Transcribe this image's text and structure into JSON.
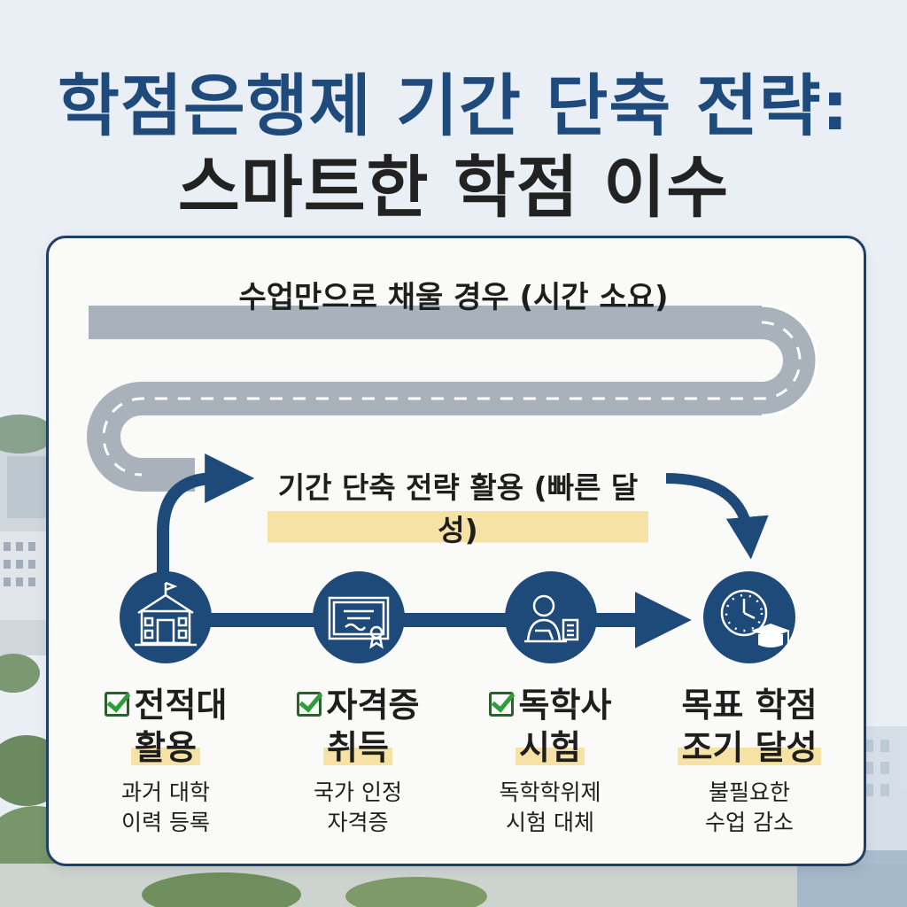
{
  "title": {
    "line1": "학점은행제 기간 단축 전략:",
    "line2": "스마트한 학점 이수"
  },
  "road": {
    "slow_label": "수업만으로 채울 경우 (시간 소요)",
    "fast_label": "기간 단축 전략 활용 (빠른 달성)"
  },
  "steps": [
    {
      "title_line1": "전적대",
      "title_line2": "활용",
      "desc_line1": "과거 대학",
      "desc_line2": "이력 등록",
      "icon": "university-building-icon",
      "checked": true
    },
    {
      "title_line1": "자격증",
      "title_line2": "취득",
      "desc_line1": "국가 인정",
      "desc_line2": "자격증",
      "icon": "certificate-icon",
      "checked": true
    },
    {
      "title_line1": "독학사",
      "title_line2": "시험",
      "desc_line1": "독학학위제",
      "desc_line2": "시험 대체",
      "icon": "student-studying-icon",
      "checked": true
    },
    {
      "title_line1": "목표 학점",
      "title_line2": "조기 달성",
      "desc_line1": "불필요한",
      "desc_line2": "수업 감소",
      "icon": "clock-graduation-cap-icon",
      "checked": false
    }
  ],
  "colors": {
    "title_blue": "#1f4a7c",
    "navy": "#1e4a7a",
    "road_gray": "#a9b2bb",
    "highlight": "#f7e2a6",
    "check_green": "#2e9e3b"
  }
}
